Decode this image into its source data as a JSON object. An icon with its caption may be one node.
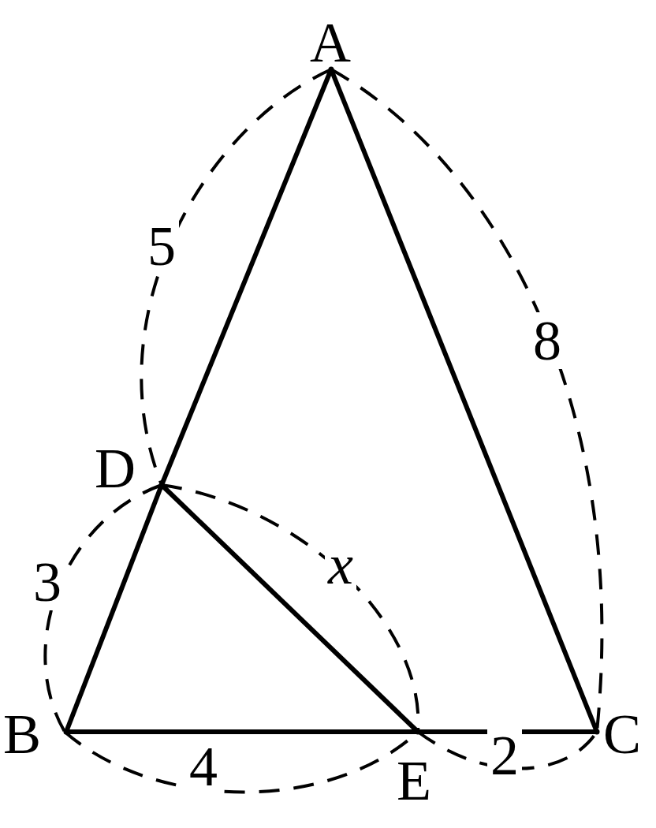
{
  "diagram": {
    "nodes": [
      {
        "text": [
          "A"
        ]
      },
      {
        "text": [
          "D"
        ]
      },
      {
        "text": [
          "B"
        ]
      },
      {
        "text": [
          "E"
        ]
      },
      {
        "text": [
          "C"
        ]
      }
    ],
    "edges": [
      {
        "from": 0,
        "to": 1,
        "arrow": "none"
      },
      {
        "from": 1,
        "to": 2,
        "arrow": "none"
      },
      {
        "from": 2,
        "to": 3,
        "arrow": "none"
      },
      {
        "from": 3,
        "to": 4,
        "arrow": "none"
      },
      {
        "from": 4,
        "to": 0,
        "arrow": "none"
      },
      {
        "from": 1,
        "to": 3,
        "arrow": "none"
      }
    ],
    "labels": [
      "5",
      "8",
      "3",
      "x",
      "4",
      "2"
    ]
  }
}
